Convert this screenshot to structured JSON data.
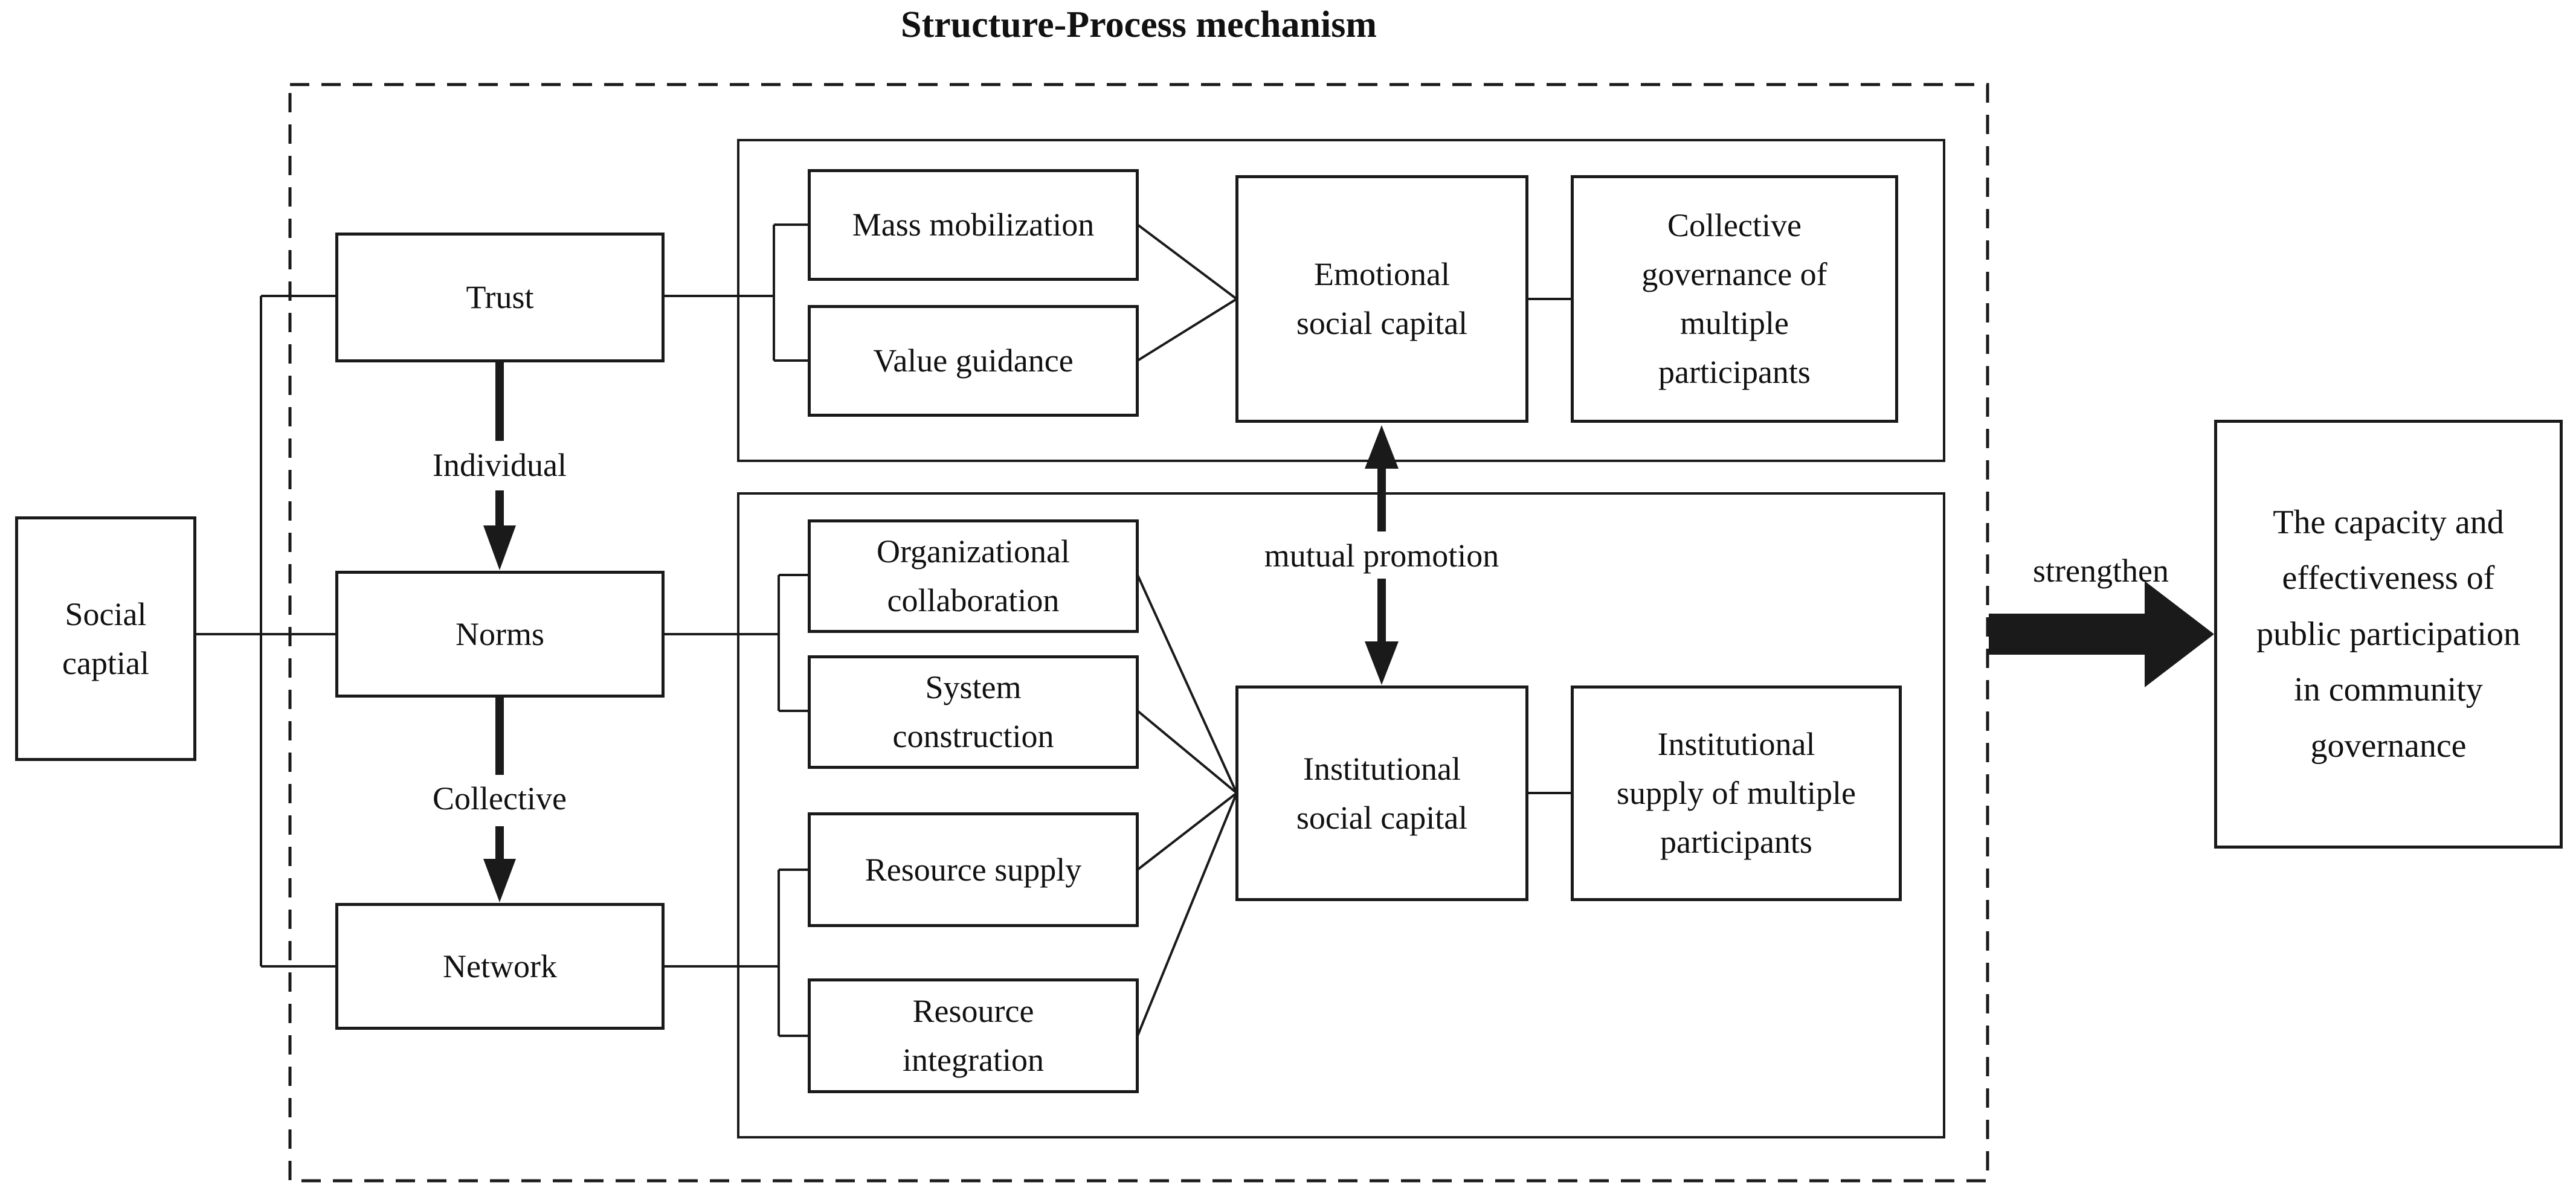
{
  "title": "Structure-Process mechanism",
  "colors": {
    "line": "#1a1a1a",
    "text": "#111111",
    "background": "#ffffff"
  },
  "source": {
    "social_capital": [
      "Social",
      "captial"
    ]
  },
  "structure_column": {
    "trust": "Trust",
    "norms": "Norms",
    "network": "Network",
    "individual_arrow_label": "Individual",
    "collective_arrow_label": "Collective"
  },
  "emotional_path": {
    "mass_mobilization": "Mass mobilization",
    "value_guidance": "Value guidance",
    "emotional_social_capital": [
      "Emotional",
      "social capital"
    ],
    "collective_governance": [
      "Collective",
      "governance of",
      "multiple",
      "participants"
    ]
  },
  "institutional_path": {
    "organizational_collaboration": [
      "Organizational",
      "collaboration"
    ],
    "system_construction": [
      "System",
      "construction"
    ],
    "resource_supply": "Resource supply",
    "resource_integration": [
      "Resource",
      "integration"
    ],
    "institutional_social_capital": [
      "Institutional",
      "social capital"
    ],
    "institutional_supply": [
      "Institutional",
      "supply of multiple",
      "participants"
    ]
  },
  "relations": {
    "mutual_promotion": "mutual promotion",
    "strengthen": "strengthen"
  },
  "outcome": {
    "capacity": [
      "The capacity and",
      "effectiveness of",
      "public participation",
      "in community",
      "governance"
    ]
  }
}
